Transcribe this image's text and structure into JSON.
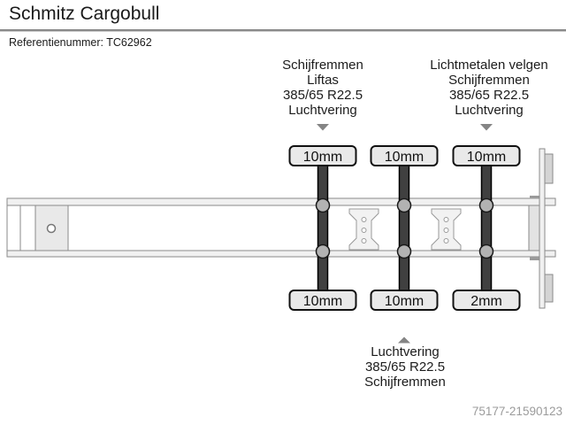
{
  "header": {
    "title": "Schmitz Cargobull",
    "reference": "Referentienummer: TC62962"
  },
  "annotations": {
    "front_axle_top": {
      "lines": [
        "Schijfremmen",
        "Liftas",
        "385/65 R22.5",
        "Luchtvering"
      ]
    },
    "rear_axle_top": {
      "lines": [
        "Lichtmetalen velgen",
        "Schijfremmen",
        "385/65 R22.5",
        "Luchtvering"
      ]
    },
    "middle_axle_bottom": {
      "lines": [
        "Luchtvering",
        "385/65 R22.5",
        "Schijfremmen"
      ]
    }
  },
  "axles": [
    {
      "top_tread": "10mm",
      "bottom_tread": "10mm"
    },
    {
      "top_tread": "10mm",
      "bottom_tread": "10mm"
    },
    {
      "top_tread": "10mm",
      "bottom_tread": "2mm"
    }
  ],
  "footer": {
    "watermark_number": "75177-21590123"
  },
  "colors": {
    "tire_bar": "#404040",
    "hub": "#b2b2b2",
    "label_fill": "#e9e9e9",
    "arrow": "#848484",
    "chassis_fill": "#f0f0f0",
    "chassis_stroke": "#8a8a8a"
  }
}
